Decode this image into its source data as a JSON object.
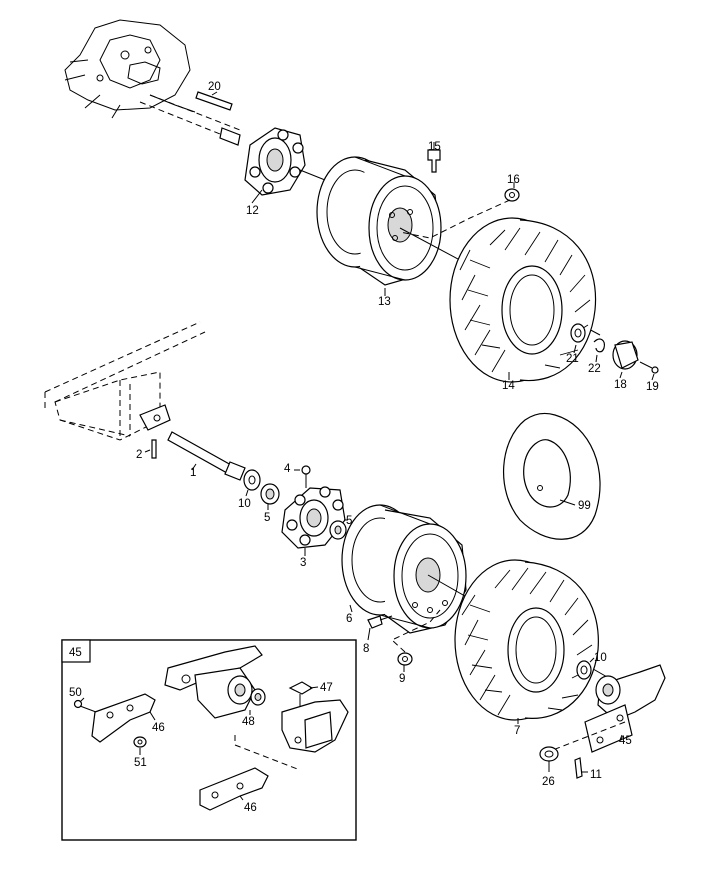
{
  "labels": {
    "p1": "1",
    "p2": "2",
    "p3": "3",
    "p4": "4",
    "p5a": "5",
    "p5b": "5",
    "p6": "6",
    "p7": "7",
    "p8": "8",
    "p9": "9",
    "p10a": "10",
    "p10b": "10",
    "p11": "11",
    "p12": "12",
    "p13": "13",
    "p14": "14",
    "p15": "15",
    "p16": "16",
    "p18": "18",
    "p19": "19",
    "p20": "20",
    "p21": "21",
    "p22": "22",
    "p26": "26",
    "p45": "45",
    "p99": "99"
  },
  "inset": {
    "tag": "45",
    "p46a": "46",
    "p46b": "46",
    "p47": "47",
    "p48": "48",
    "p50": "50",
    "p51": "51"
  }
}
